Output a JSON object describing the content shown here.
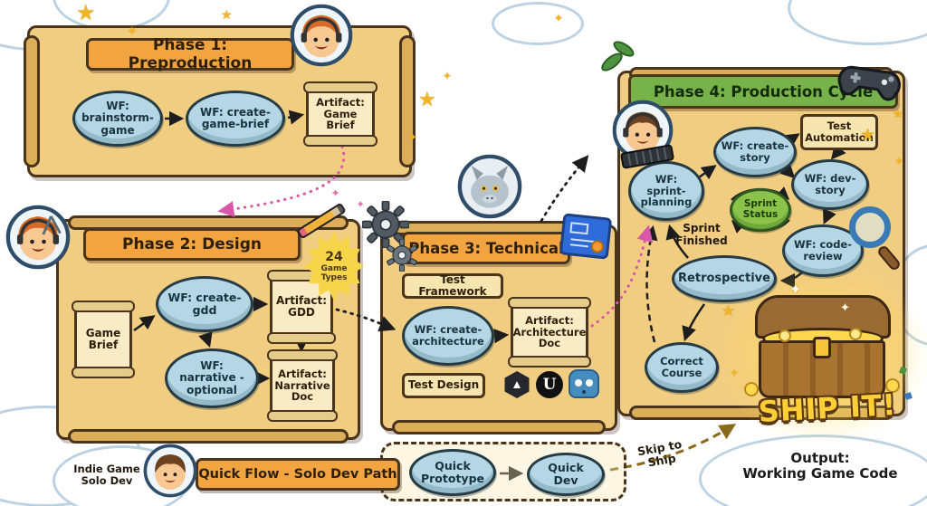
{
  "colors": {
    "parchment": "#f1cd82",
    "banner_orange": "#f2a440",
    "banner_green": "#77b34a",
    "node_blue": "#b5d6e4",
    "status_green": "#8bc34a",
    "arrow_pink": "#d957a8",
    "arrow_skip": "#8a6a1a",
    "gold": "#ffd23e",
    "outline_brown": "#4a341c"
  },
  "phase1": {
    "title": "Phase 1: Preproduction",
    "wf_brainstorm": "WF: brainstorm-game",
    "wf_create_game_brief": "WF: create-game-brief",
    "artifact_game_brief": "Artifact: Game Brief"
  },
  "phase2": {
    "title": "Phase 2: Design",
    "badge_number": "24",
    "badge_label": "Game Types",
    "game_brief": "Game Brief",
    "wf_create_gdd": "WF: create-gdd",
    "artifact_gdd": "Artifact: GDD",
    "wf_narrative": "WF: narrative - optional",
    "artifact_narrative": "Artifact: Narrative Doc"
  },
  "phase3": {
    "title": "Phase 3: Technical",
    "test_framework": "Test Framework",
    "wf_create_architecture": "WF: create-architecture",
    "artifact_architecture": "Artifact: Architecture Doc",
    "test_design": "Test Design"
  },
  "phase4": {
    "title": "Phase 4: Production Cycle",
    "wf_sprint_planning": "WF: sprint-planning",
    "wf_create_story": "WF: create-story",
    "test_automation": "Test Automation",
    "wf_dev_story": "WF: dev-story",
    "sprint_status": "Sprint Status",
    "wf_code_review": "WF: code-review",
    "retrospective": "Retrospective",
    "sprint_finished": "Sprint Finished",
    "correct_course": "Correct Course"
  },
  "quick_flow": {
    "solo_dev_label": "Indie Game Solo Dev",
    "title": "Quick Flow - Solo Dev Path",
    "quick_prototype": "Quick Prototype",
    "quick_dev": "Quick Dev",
    "skip_to_ship": "Skip to Ship"
  },
  "ship": {
    "headline": "SHIP IT!",
    "output_label": "Output:",
    "output_value": "Working Game Code"
  }
}
